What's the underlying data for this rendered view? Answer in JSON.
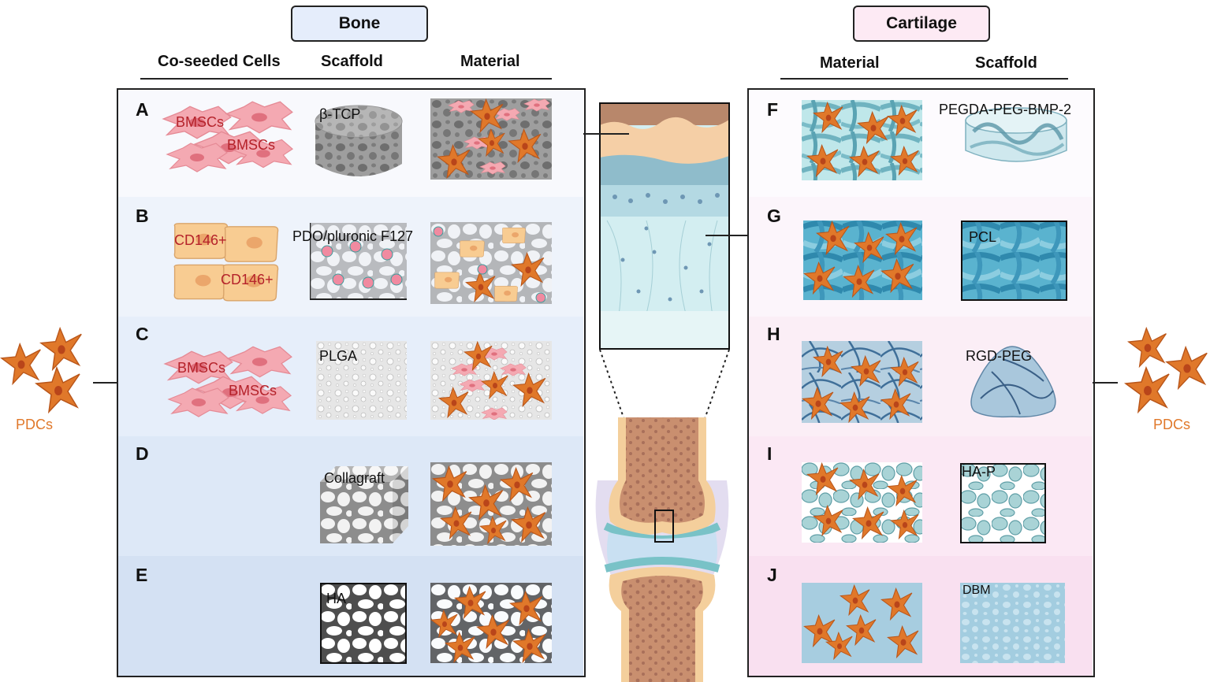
{
  "bone": {
    "title": "Bone",
    "col_cells": "Co-seeded Cells",
    "col_scaffold": "Scaffold",
    "col_material": "Material",
    "rows": [
      {
        "letter": "A",
        "cells": [
          "BMSCs",
          "BMSCs"
        ],
        "scaffold": "β-TCP"
      },
      {
        "letter": "B",
        "cells": [
          "CD146+",
          "CD146+"
        ],
        "scaffold": "PDO/pluronic F127"
      },
      {
        "letter": "C",
        "cells": [
          "BMSCs",
          "BMSCs"
        ],
        "scaffold": "PLGA"
      },
      {
        "letter": "D",
        "cells": [],
        "scaffold": "Collagraft"
      },
      {
        "letter": "E",
        "cells": [],
        "scaffold": "HA"
      }
    ]
  },
  "cartilage": {
    "title": "Cartilage",
    "col_material": "Material",
    "col_scaffold": "Scaffold",
    "rows": [
      {
        "letter": "F",
        "scaffold": "PEGDA-PEG-BMP-2"
      },
      {
        "letter": "G",
        "scaffold": "PCL"
      },
      {
        "letter": "H",
        "scaffold": "RGD-PEG"
      },
      {
        "letter": "I",
        "scaffold": "HA-P"
      },
      {
        "letter": "J",
        "scaffold": "DBM"
      }
    ]
  },
  "pdcs_left": "PDCs",
  "pdcs_right": "PDCs",
  "colors": {
    "pdc_orange": "#e0782a",
    "bmsc_pink": "#f2a7b0",
    "bone_panel": "#dce7f7",
    "cartilage_panel": "#fbe4f2"
  }
}
